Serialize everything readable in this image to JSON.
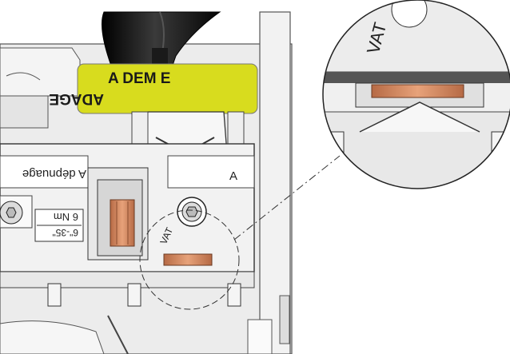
{
  "warning_label": {
    "line1": "A DEM      E",
    "line2": "ADAGE",
    "color": "#d8dc1e"
  },
  "terminal": {
    "left_label": "A dépnuage",
    "right_label": "A",
    "torque_line1": "6 Nm",
    "torque_line2": "6\"-35\"",
    "side_label": "VAT"
  },
  "magnified_view": {
    "label": "VAT",
    "copper_color": "#d38a62"
  },
  "colors": {
    "copper": "#c98058",
    "body": "#f0f0f0",
    "cable": "#1c1c1c",
    "outline": "#3a3a3a"
  }
}
